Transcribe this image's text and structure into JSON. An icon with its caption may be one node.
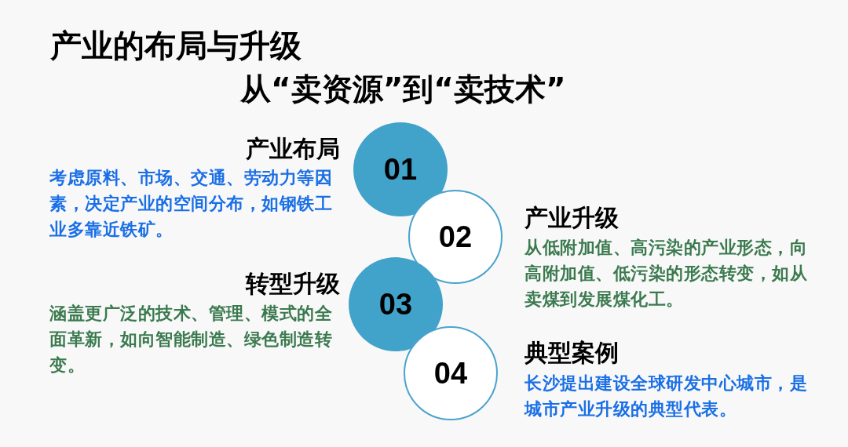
{
  "diagram": {
    "title": "产业的布局与升级",
    "nodes": [
      {
        "text": [
          "01"
        ],
        "beside": [
          "产业布局",
          "考虑原料、市场、交通、劳动力等因素，决定产业的空间分布，如钢铁工业多靠近铁矿。"
        ]
      },
      {
        "text": [
          "02"
        ],
        "beside": [
          "产业升级",
          "从低附加值、高污染的产业形态，向高附加值、低污染的形态转变，如从卖煤到发展煤化工。"
        ]
      },
      {
        "text": [
          "03"
        ],
        "beside": [
          "转型升级",
          "涵盖更广泛的技术、管理、模式的全面革新，如向智能制造、绿色制造转变。"
        ]
      },
      {
        "text": [
          "04"
        ],
        "beside": [
          "典型案例",
          "长沙提出建设全球研发中心城市，是城市产业升级的典型代表。"
        ]
      }
    ],
    "labels": [
      "从“卖资源”到“卖技术”"
    ]
  }
}
